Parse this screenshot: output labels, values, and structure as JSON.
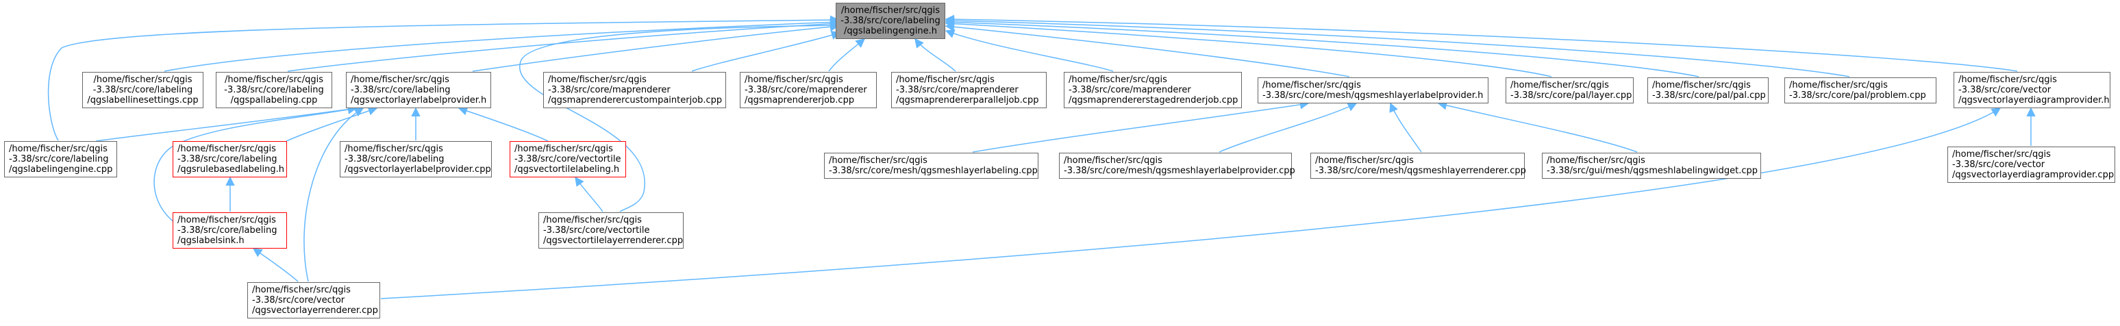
{
  "graph": {
    "line_color": "#63b8ff",
    "root_fill": "#999999",
    "node_border": "#666666",
    "highlight_border": "#ff0000",
    "nodes": {
      "root": [
        "/home/fischer/src/qgis",
        "-3.38/src/core/labeling",
        "/qgslabelingengine.h"
      ],
      "n1": [
        "/home/fischer/src/qgis",
        "-3.38/src/core/labeling",
        "/qgslabellinesettings.cpp"
      ],
      "n2": [
        "/home/fischer/src/qgis",
        "-3.38/src/core/labeling",
        "/qgspallabeling.cpp"
      ],
      "n3": [
        "/home/fischer/src/qgis",
        "-3.38/src/core/labeling",
        "/qgsvectorlayerlabelprovider.h"
      ],
      "n4": [
        "/home/fischer/src/qgis",
        "-3.38/src/core/maprenderer",
        "/qgsmaprenderercustompainterjob.cpp"
      ],
      "n5": [
        "/home/fischer/src/qgis",
        "-3.38/src/core/maprenderer",
        "/qgsmaprendererjob.cpp"
      ],
      "n6": [
        "/home/fischer/src/qgis",
        "-3.38/src/core/maprenderer",
        "/qgsmaprendererparalleljob.cpp"
      ],
      "n7": [
        "/home/fischer/src/qgis",
        "-3.38/src/core/maprenderer",
        "/qgsmaprendererstagedrenderjob.cpp"
      ],
      "n8": [
        "/home/fischer/src/qgis",
        "-3.38/src/core/mesh/qgsmeshlayerlabelprovider.h"
      ],
      "n9": [
        "/home/fischer/src/qgis",
        "-3.38/src/core/pal/layer.cpp"
      ],
      "n10": [
        "/home/fischer/src/qgis",
        "-3.38/src/core/pal/pal.cpp"
      ],
      "n11": [
        "/home/fischer/src/qgis",
        "-3.38/src/core/pal/problem.cpp"
      ],
      "n12": [
        "/home/fischer/src/qgis",
        "-3.38/src/core/vector",
        "/qgsvectorlayerdiagramprovider.h"
      ],
      "n13": [
        "/home/fischer/src/qgis",
        "-3.38/src/core/labeling",
        "/qgslabelingengine.cpp"
      ],
      "n14": [
        "/home/fischer/src/qgis",
        "-3.38/src/core/labeling",
        "/qgsrulebasedlabeling.h"
      ],
      "n15": [
        "/home/fischer/src/qgis",
        "-3.38/src/core/labeling",
        "/qgsvectorlayerlabelprovider.cpp"
      ],
      "n16": [
        "/home/fischer/src/qgis",
        "-3.38/src/core/vectortile",
        "/qgsvectortilelabeling.h"
      ],
      "n17": [
        "/home/fischer/src/qgis",
        "-3.38/src/core/labeling",
        "/qgslabelsink.h"
      ],
      "n18": [
        "/home/fischer/src/qgis",
        "-3.38/src/core/vectortile",
        "/qgsvectortilelayerrenderer.cpp"
      ],
      "n19": [
        "/home/fischer/src/qgis",
        "-3.38/src/core/vector",
        "/qgsvectorlayerrenderer.cpp"
      ],
      "n20": [
        "/home/fischer/src/qgis",
        "-3.38/src/core/mesh/qgsmeshlayerlabeling.cpp"
      ],
      "n21": [
        "/home/fischer/src/qgis",
        "-3.38/src/core/mesh/qgsmeshlayerlabelprovider.cpp"
      ],
      "n22": [
        "/home/fischer/src/qgis",
        "-3.38/src/core/mesh/qgsmeshlayerrenderer.cpp"
      ],
      "n23": [
        "/home/fischer/src/qgis",
        "-3.38/src/gui/mesh/qgsmeshlabelingwidget.cpp"
      ],
      "n24": [
        "/home/fischer/src/qgis",
        "-3.38/src/core/vector",
        "/qgsvectorlayerdiagramprovider.cpp"
      ]
    }
  }
}
